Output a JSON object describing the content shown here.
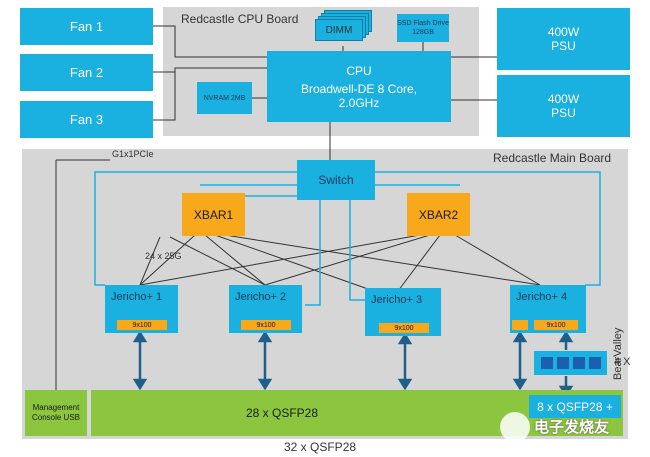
{
  "fans": [
    "Fan 1",
    "Fan 2",
    "Fan 3"
  ],
  "cpu_board": {
    "title": "Redcastle CPU Board",
    "dimm": "DIMM",
    "ssd": "SSD Flash Drive 128GB",
    "nvram": "NVRAM 2MB",
    "cpu_title": "CPU",
    "cpu_desc": "Broadwell-DE 8 Core, 2.0GHz"
  },
  "psus": [
    "400W PSU",
    "400W PSU"
  ],
  "main_board": {
    "title": "Redcastle Main Board",
    "pcie": "G1x1PCIe",
    "switch": "Switch",
    "xbar1": "XBAR1",
    "xbar2": "XBAR2",
    "link_label": "24 x 25G",
    "jerichos": [
      {
        "name": "Jericho+ 1",
        "port": "9x100"
      },
      {
        "name": "Jericho+ 2",
        "port": "9x100"
      },
      {
        "name": "Jericho+ 3",
        "port": "9x100"
      },
      {
        "name": "Jericho+ 4",
        "port": "9x100"
      }
    ],
    "mgmt": "Management Console USB",
    "qsfp28": "28 x QSFP28",
    "qsfp_extra": "8 x QSFP28 +",
    "bearvalley_count": "4 X",
    "bearvalley": "BearValley",
    "total": "32 x QSFP28"
  },
  "watermark": "电子发烧友",
  "colors": {
    "cyan": "#1ab0e0",
    "gray": "#d6d6d6",
    "orange": "#f7a81b",
    "green": "#8cc63f",
    "line": "#1f5f8b"
  }
}
